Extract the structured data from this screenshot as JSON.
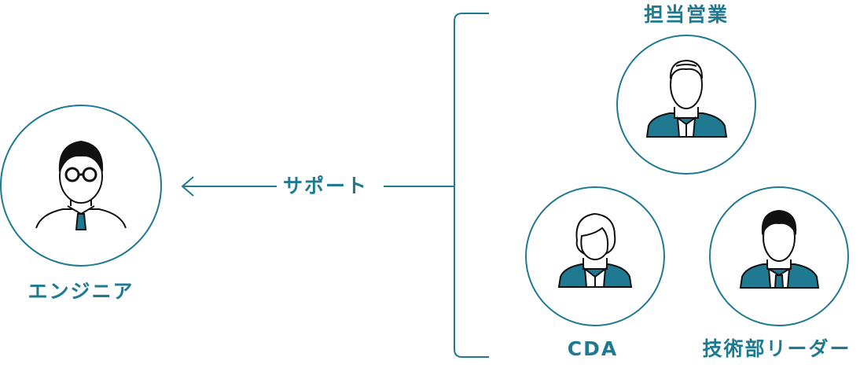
{
  "colors": {
    "accent": "#1f7a91",
    "ink": "#111111",
    "suit": "#1f7a91",
    "skin": "#ffffff"
  },
  "engineer": {
    "label": "エンジニア",
    "icon": "engineer-with-glasses-icon"
  },
  "support": {
    "label": "サポート",
    "icon": "arrow-left-icon"
  },
  "team": [
    {
      "id": "sales",
      "label": "担当営業",
      "icon": "sales-person-icon"
    },
    {
      "id": "cda",
      "label": "CDA",
      "icon": "cda-woman-icon"
    },
    {
      "id": "leader",
      "label": "技術部リーダー",
      "icon": "tech-leader-icon"
    }
  ]
}
